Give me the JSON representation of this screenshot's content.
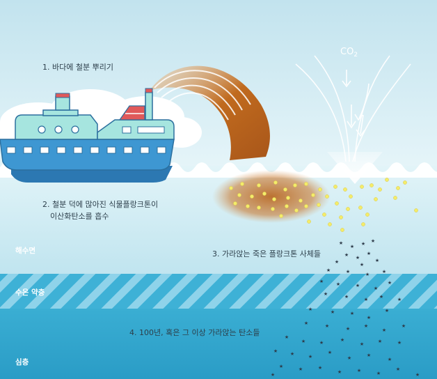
{
  "steps": {
    "step1": "1. 바다에 철분 뿌리기",
    "step2_line1": "2. 철분 덕에 많아진 식물플랑크톤이",
    "step2_line2": "이산화탄소를 흡수",
    "step3": "3. 가라앉는 죽은 플랑크톤 사체들",
    "step4": "4. 100년, 혹은 그 이상 가라앉는 탄소들"
  },
  "layers": {
    "surface": "해수면",
    "thermocline": "수온 약층",
    "deep": "심층"
  },
  "co2": {
    "main": "CO",
    "sub": "2"
  },
  "colors": {
    "sky": "#cfeaf2",
    "surface_water": "#d8f0f6",
    "deep_water": "#2da3cc",
    "ship_hull": "#3a8fc9",
    "ship_cabin": "#a6e5df",
    "iron_plume": "#b5651d",
    "plankton": "#f4ec6a",
    "carbon": "#2d3b4a"
  },
  "icons": [
    "ship-icon",
    "iron-plume-icon",
    "co2-arrow-icon",
    "plankton-dot-icon",
    "carbon-particle-icon"
  ]
}
